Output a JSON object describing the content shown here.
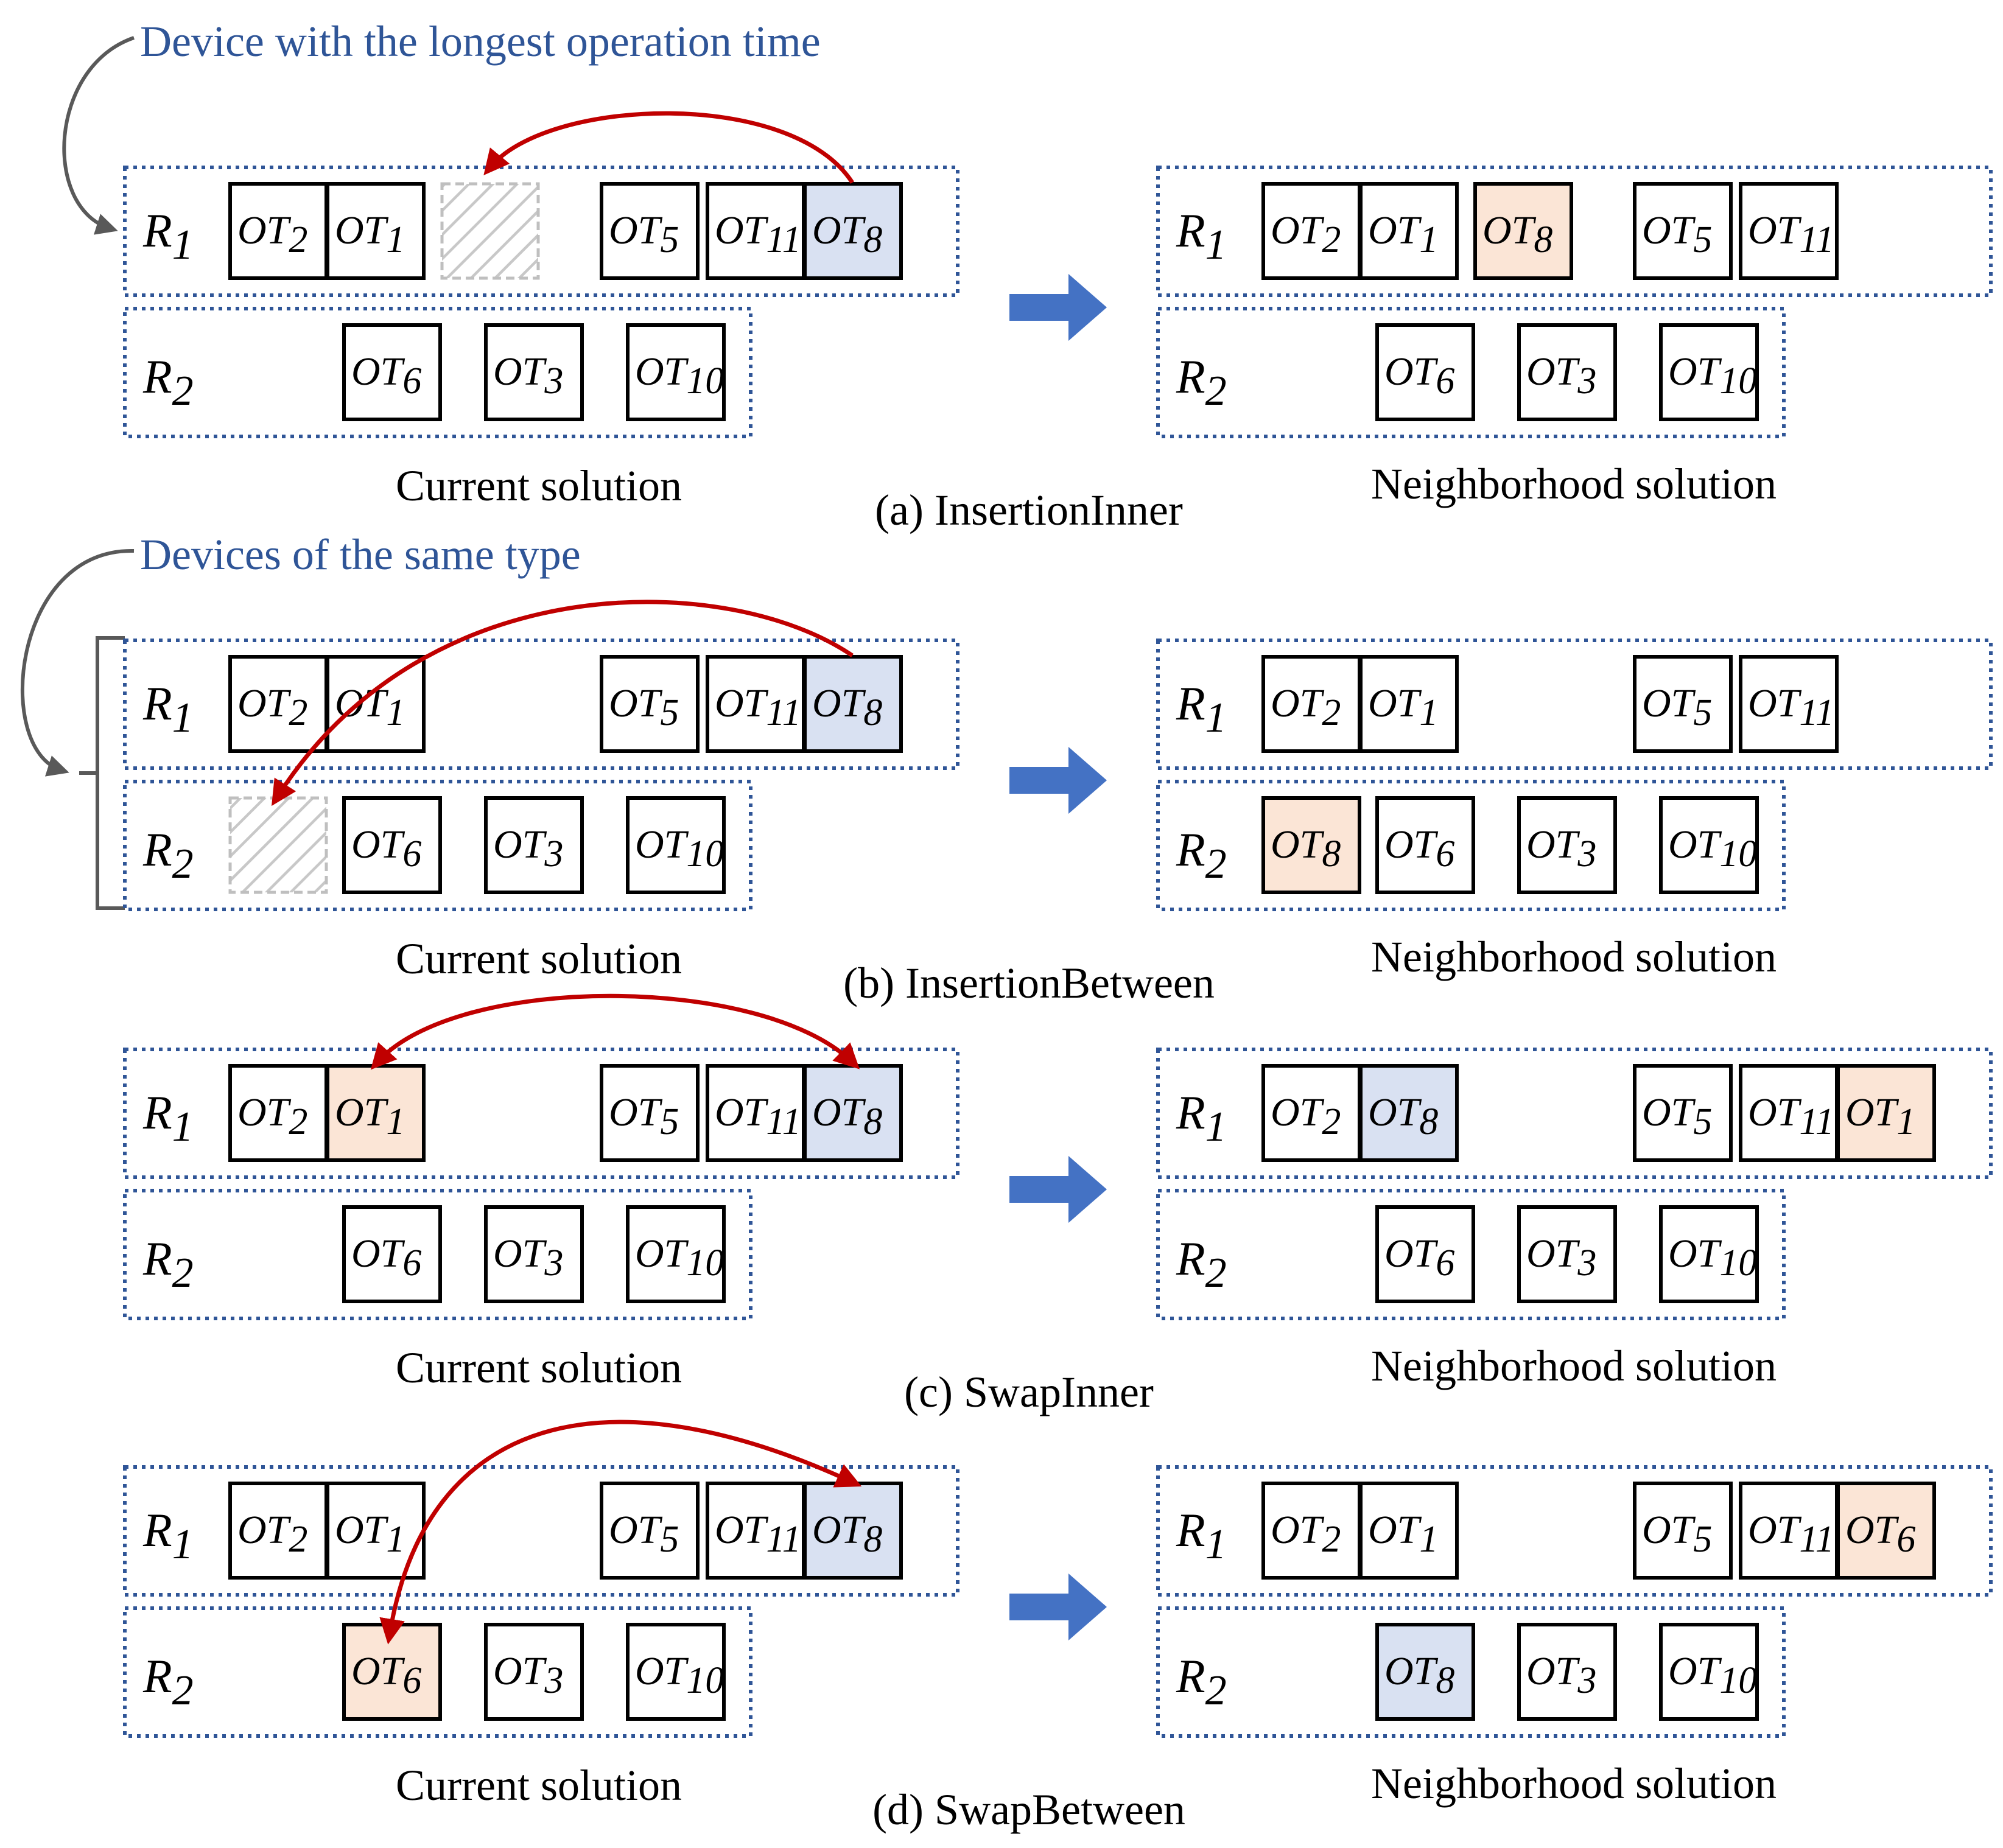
{
  "annotations": {
    "longest_device": "Device with the longest operation time",
    "same_type": "Devices of the same type"
  },
  "colors": {
    "annotation_blue": "#2F5597",
    "source_blue": "#D9E1F2",
    "target_peach": "#FBE5D6",
    "arrow_red": "#C00000",
    "big_arrow": "#4472C4",
    "dotted_border": "#2F5597",
    "ghost_hatch": "#BFBFBF"
  },
  "panels": [
    {
      "caption": "(a) InsertionInner",
      "left_label": "Current solution",
      "right_label": "Neighborhood solution",
      "current": {
        "R1": [
          "OT2",
          "OT1",
          "ghost",
          "",
          "OT5",
          "OT11",
          "OT8"
        ],
        "R2": [
          "OT6",
          "OT3",
          "OT10"
        ]
      },
      "neighbor": {
        "R1": [
          "OT2",
          "OT1",
          "OT8",
          "OT5",
          "OT11"
        ],
        "R2": [
          "OT6",
          "OT3",
          "OT10"
        ]
      }
    },
    {
      "caption": "(b) InsertionBetween",
      "left_label": "Current solution",
      "right_label": "Neighborhood solution",
      "current": {
        "R1": [
          "OT2",
          "OT1",
          "OT5",
          "OT11",
          "OT8"
        ],
        "R2": [
          "ghost",
          "OT6",
          "OT3",
          "OT10"
        ]
      },
      "neighbor": {
        "R1": [
          "OT2",
          "OT1",
          "OT5",
          "OT11"
        ],
        "R2": [
          "OT8",
          "OT6",
          "OT3",
          "OT10"
        ]
      }
    },
    {
      "caption": "(c) SwapInner",
      "left_label": "Current solution",
      "right_label": "Neighborhood solution",
      "current": {
        "R1": [
          "OT2",
          "OT1",
          "OT5",
          "OT11",
          "OT8"
        ],
        "R2": [
          "OT6",
          "OT3",
          "OT10"
        ]
      },
      "neighbor": {
        "R1": [
          "OT2",
          "OT8",
          "OT5",
          "OT11",
          "OT1"
        ],
        "R2": [
          "OT6",
          "OT3",
          "OT10"
        ]
      }
    },
    {
      "caption": "(d) SwapBetween",
      "left_label": "Current solution",
      "right_label": "Neighborhood solution",
      "current": {
        "R1": [
          "OT2",
          "OT1",
          "OT5",
          "OT11",
          "OT8"
        ],
        "R2": [
          "OT6",
          "OT3",
          "OT10"
        ]
      },
      "neighbor": {
        "R1": [
          "OT2",
          "OT1",
          "OT5",
          "OT11",
          "OT6"
        ],
        "R2": [
          "OT8",
          "OT3",
          "OT10"
        ]
      }
    }
  ],
  "row_labels": {
    "r1": "R",
    "r1_sub": "1",
    "r2": "R",
    "r2_sub": "2"
  }
}
